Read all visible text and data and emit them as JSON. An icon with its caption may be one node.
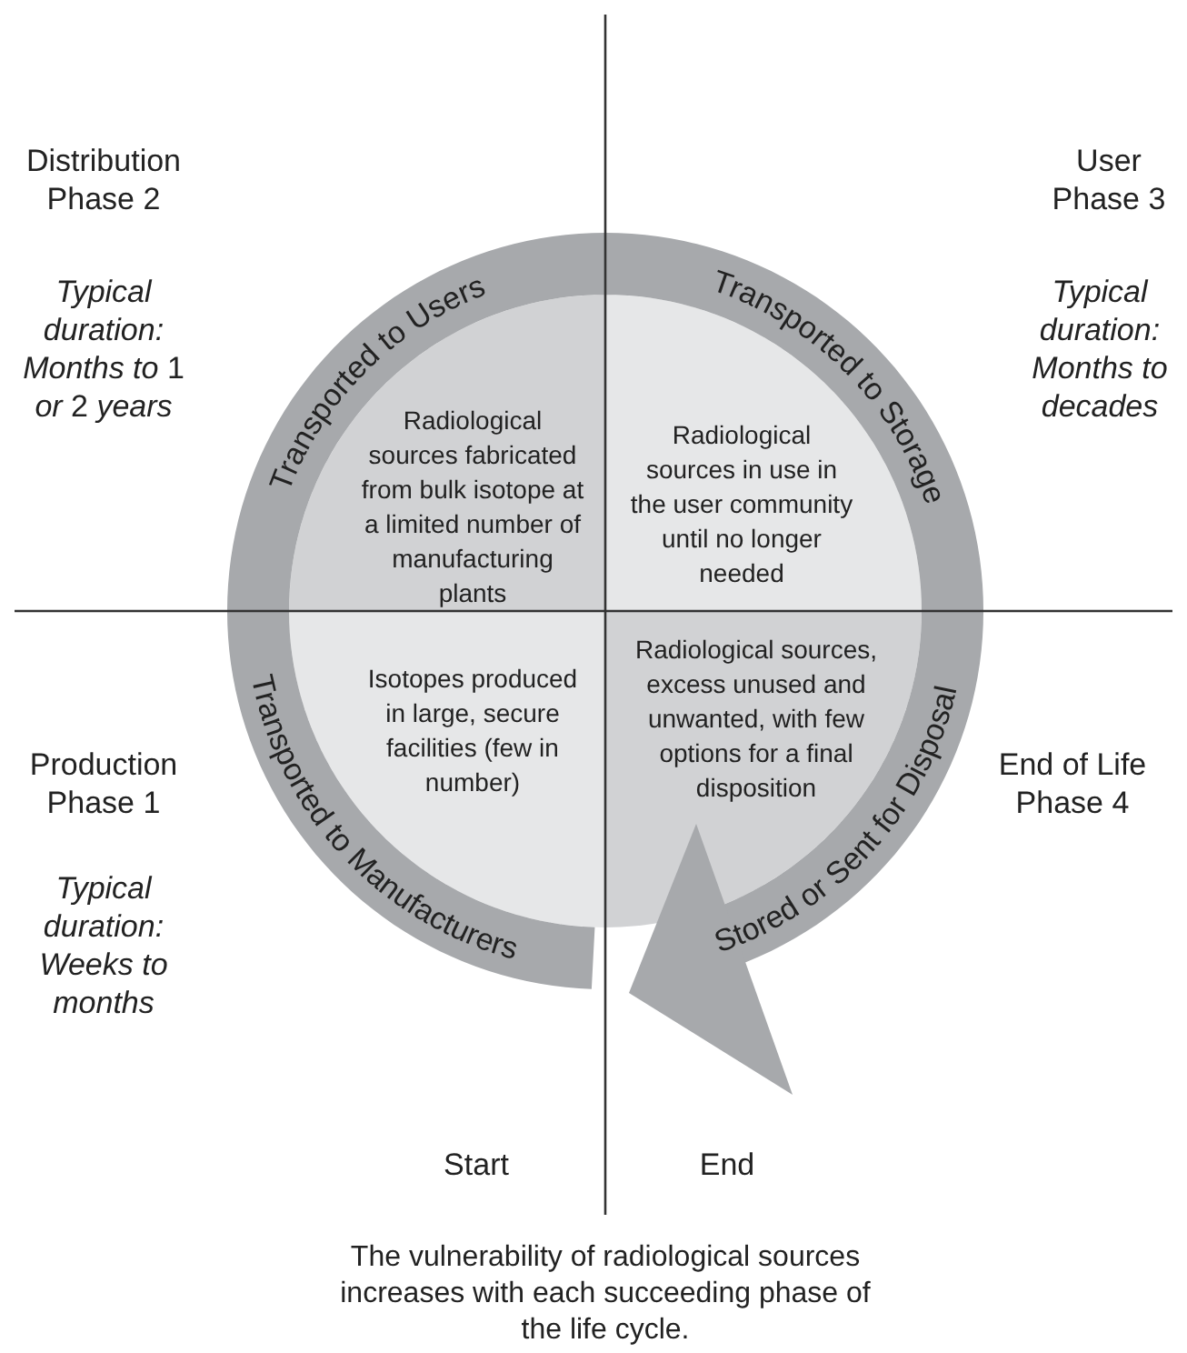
{
  "diagram": {
    "caption": "The vulnerability of radiological sources increases with each succeeding phase of the life cycle.",
    "nodes": [
      {
        "text": [
          "Radiological sources fabricated from bulk isotope at a limited number of manufacturing plants"
        ]
      },
      {
        "text": [
          "Radiological sources in use in the user community until no longer needed"
        ]
      },
      {
        "text": [
          "Isotopes produced in large, secure facilities (few in number)"
        ]
      },
      {
        "text": [
          "Radiological sources, excess unused and unwanted, with few options for a final disposition"
        ]
      }
    ],
    "labels": [
      "Distribution Phase 2",
      "*Typical duration: Months to* 1 *or* 2 *years*",
      "User Phase 3",
      "Typical duration: Months to decades",
      "Transported to Users",
      "Transported to Storage",
      "Transported to Manufacturers",
      "Stored or Sent for Disposal",
      "Production Phase 1",
      "Typical duration: Weeks to months",
      "End of Life Phase 4",
      "Start",
      "End"
    ]
  }
}
